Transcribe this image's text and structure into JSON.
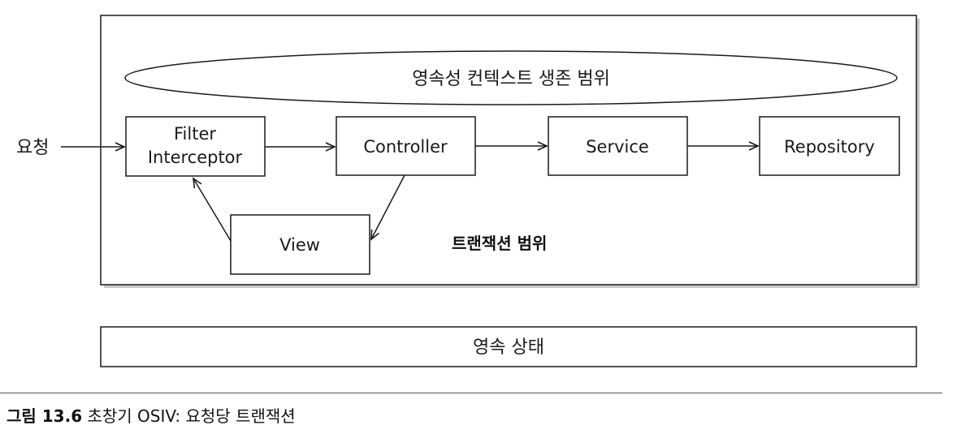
{
  "diagram": {
    "persistence_context_scope": "영속성 컨텍스트 생존 범위",
    "request_label": "요청",
    "nodes": {
      "filter_line1": "Filter",
      "filter_line2": "Interceptor",
      "controller": "Controller",
      "service": "Service",
      "repository": "Repository",
      "view": "View"
    },
    "transaction_scope": "트랜잭션 범위",
    "persistent_state": "영속 상태"
  },
  "caption": {
    "figure_label": "그림 13.6",
    "text": "초창기 OSIV: 요청당 트랜잭션"
  }
}
